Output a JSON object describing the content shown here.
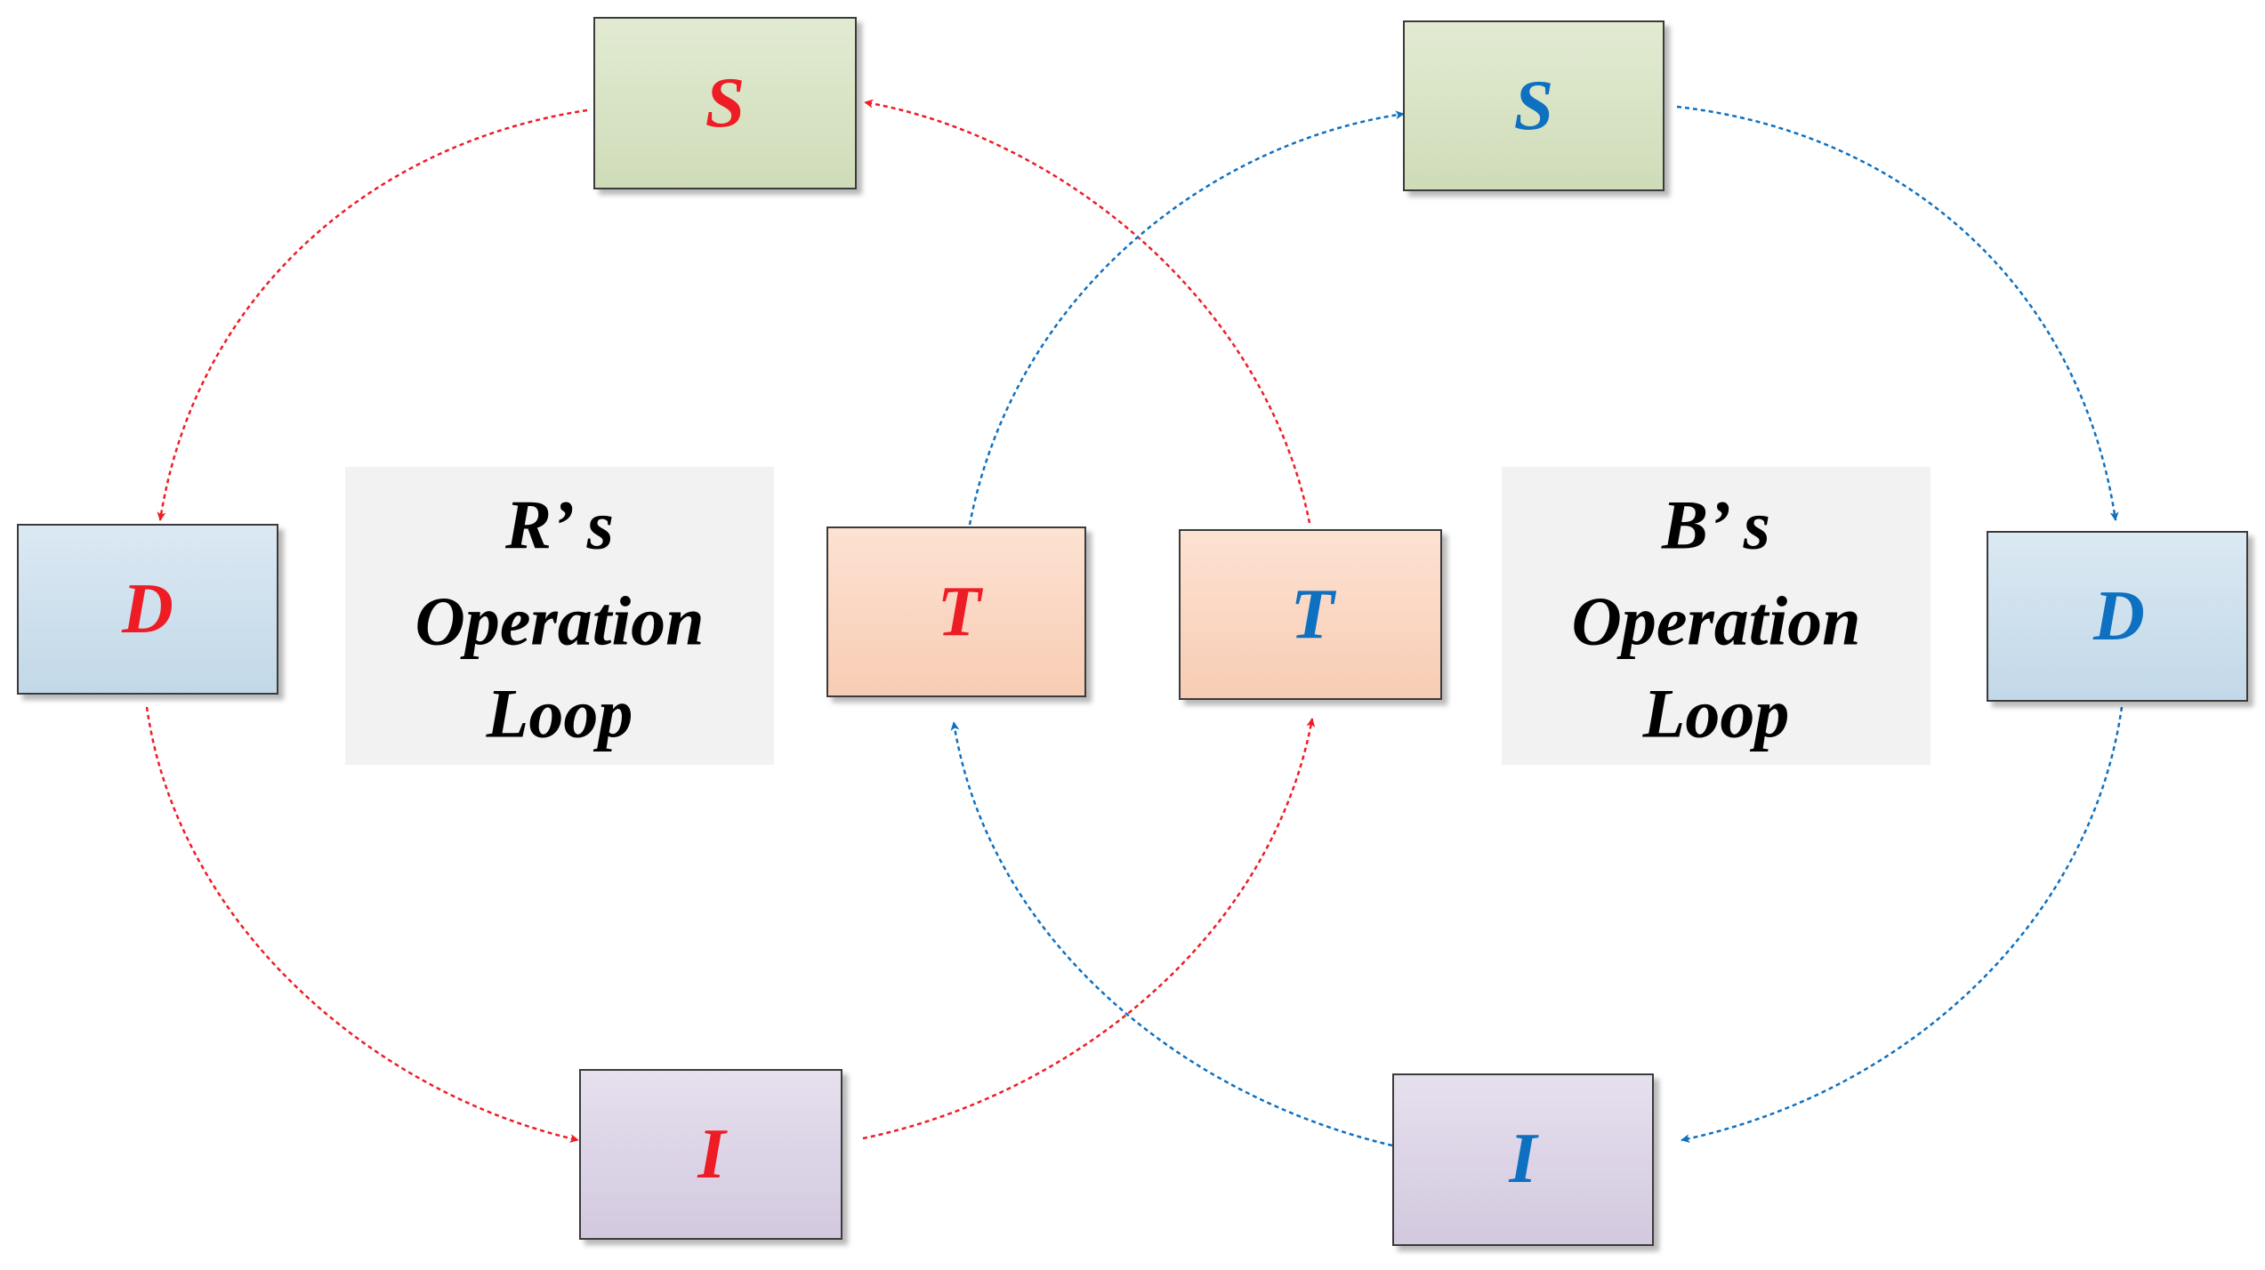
{
  "colors": {
    "red": "#ee1c25",
    "blue": "#0e70c0",
    "s_fill": "#d8e4c4",
    "d_fill": "#cfe1ee",
    "t_fill": "#fbd8c4",
    "i_fill": "#ddd5e7",
    "label_fill": "#f2f2f2"
  },
  "nodes": {
    "r_s": "S",
    "r_d": "D",
    "r_t": "T",
    "r_i": "I",
    "b_s": "S",
    "b_d": "D",
    "b_t": "T",
    "b_i": "I"
  },
  "loops": {
    "r": [
      "R’ s",
      "Operation",
      "Loop"
    ],
    "b": [
      "B’ s",
      "Operation",
      "Loop"
    ]
  },
  "edges": [
    {
      "from": "r_s",
      "to": "r_d",
      "loop": "red"
    },
    {
      "from": "r_d",
      "to": "r_i",
      "loop": "red"
    },
    {
      "from": "r_i",
      "to": "b_t",
      "loop": "red"
    },
    {
      "from": "b_t",
      "to": "r_s",
      "loop": "red"
    },
    {
      "from": "b_s",
      "to": "b_d",
      "loop": "blue"
    },
    {
      "from": "b_d",
      "to": "b_i",
      "loop": "blue"
    },
    {
      "from": "b_i",
      "to": "r_t",
      "loop": "blue"
    },
    {
      "from": "r_t",
      "to": "b_s",
      "loop": "blue"
    }
  ]
}
